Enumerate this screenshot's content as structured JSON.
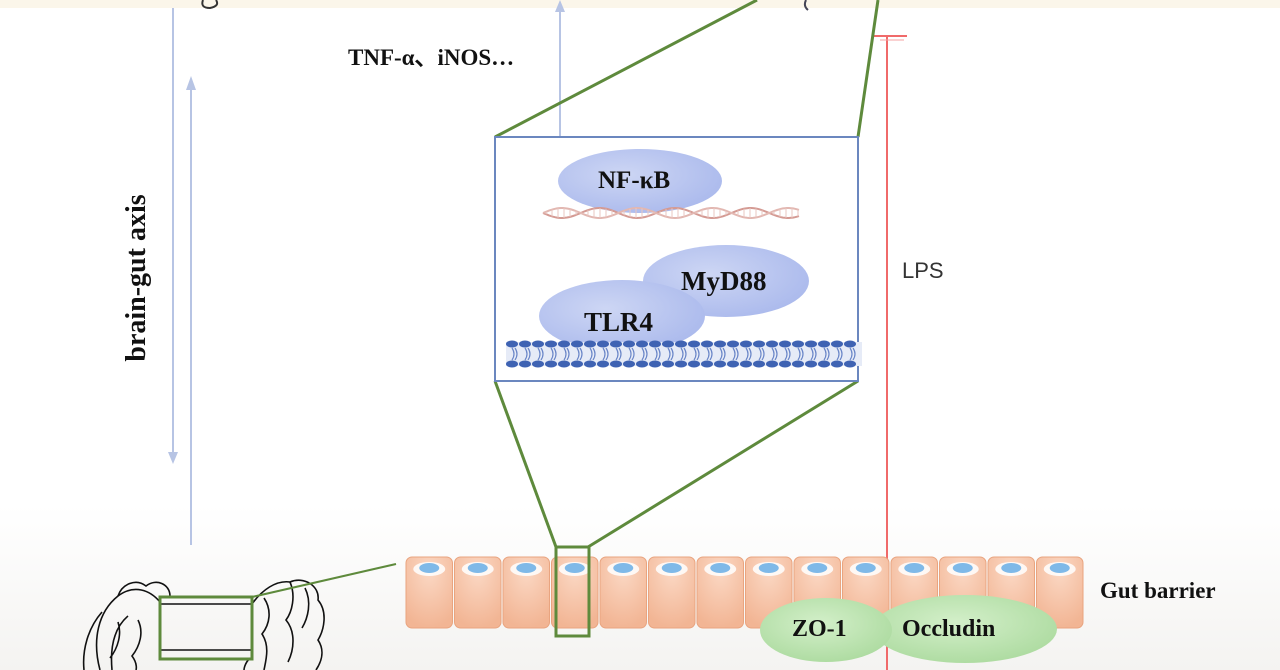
{
  "labels": {
    "cytokines": "TNF-α、iNOS…",
    "axis": "brain-gut axis",
    "nfkb": "NF-κB",
    "myd88": "MyD88",
    "tlr4": "TLR4",
    "lps": "LPS",
    "gut_barrier": "Gut barrier",
    "zo1": "ZO-1",
    "occludin": "Occludin"
  },
  "colors": {
    "zoom_lines": "#5e8a3c",
    "lps_line": "#f05a5a",
    "axis_arrows": "#aab8dc",
    "protein_blue": "#b7c3ee",
    "tight_junction_green": "#bfe3b6",
    "epithelium": "#f6c4a8",
    "dna": "#cf8b84"
  },
  "icons": [
    "up-arrow-icon",
    "down-arrow-icon",
    "dna-icon",
    "membrane-icon",
    "colon-icon"
  ]
}
